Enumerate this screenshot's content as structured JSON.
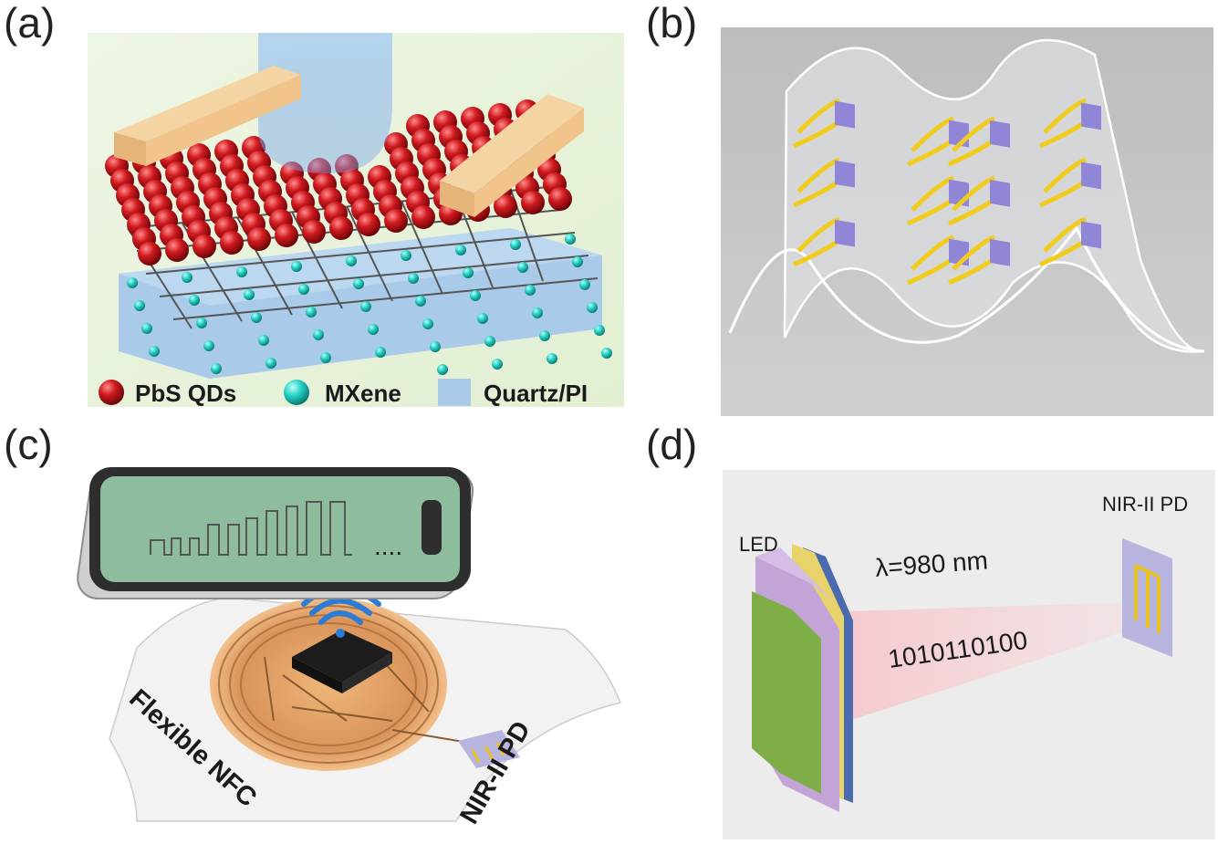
{
  "panels": {
    "a": {
      "letter": "(a)",
      "legend": [
        "PbS QDs",
        "MXene",
        "Quartz/PI"
      ],
      "colors": {
        "pbs": "#c8161d",
        "mxene": "#2fd4c8",
        "substrate": "#a9cbe9",
        "electrode": "#f0c48a",
        "background": "#e8f2da"
      }
    },
    "b": {
      "letter": "(b)",
      "colors": {
        "electrode": "#f2cc1c",
        "pixel": "#8f86d8",
        "background": "#c4c4c4"
      }
    },
    "c": {
      "letter": "(c)",
      "label_left": "Flexible NFC",
      "label_right": "NIR-II PD",
      "screen_dots": "....",
      "colors": {
        "screen": "#8ebd9d",
        "coil": "#e2a56a",
        "chip": "#222222",
        "wifi": "#2a7cd6"
      }
    },
    "d": {
      "letter": "(d)",
      "led_label": "LED",
      "pd_label": "NIR-II PD",
      "wavelength": "λ=980 nm",
      "bits": "1010110100",
      "colors": {
        "led_front": "#7fae48",
        "led_back": "#c2a4d6",
        "beam": "#f3d6d9",
        "background": "#ececec"
      }
    }
  }
}
